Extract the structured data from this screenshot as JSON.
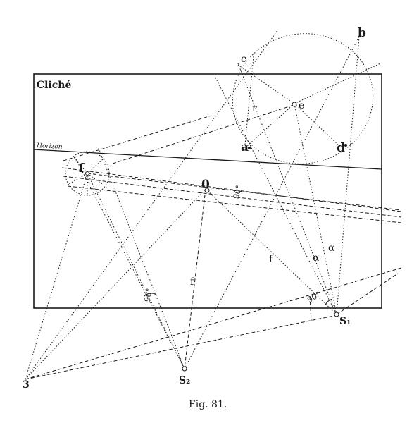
{
  "box_label": "Cliché",
  "horizon_label": "Horizon",
  "caption": "Fig. 81.",
  "labels": {
    "b": "b",
    "c": "c",
    "r": "r",
    "e": "e",
    "a": "a",
    "d": "d",
    "f_center": "f",
    "o": "0",
    "f_line_mid": "f",
    "f_line_low": "f",
    "S1": "S₁",
    "S2": "S₂",
    "S3": "3"
  },
  "angle_labels": {
    "ninety_top": "90°",
    "ninety_bottom": "90°",
    "ninety_left": "90°",
    "alpha_1": "α",
    "alpha_2": "α"
  }
}
